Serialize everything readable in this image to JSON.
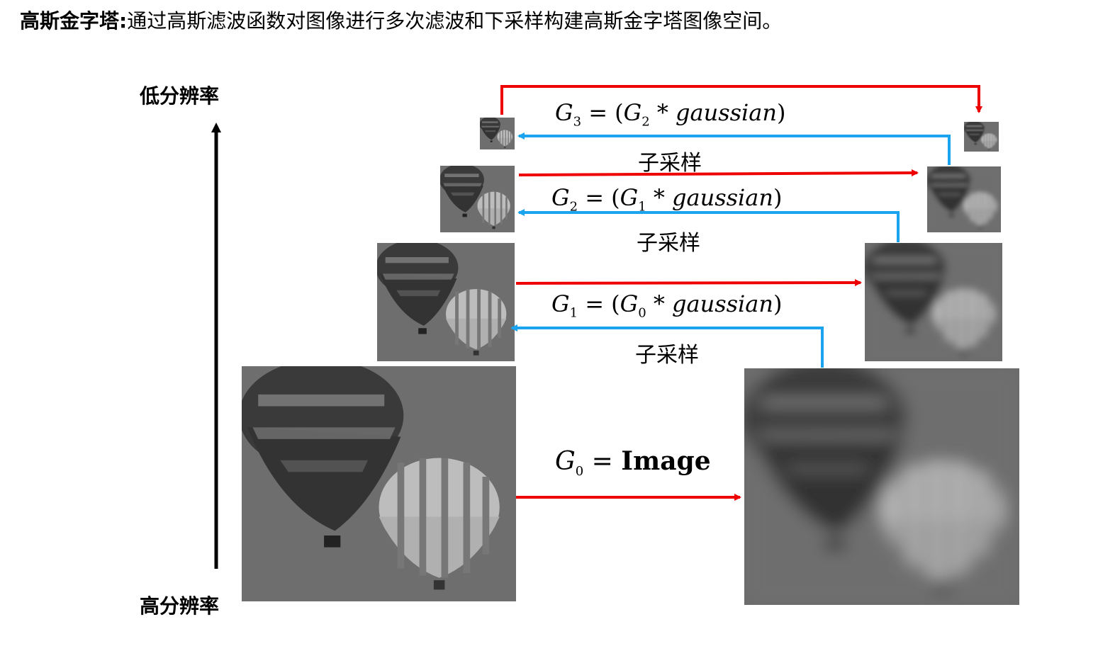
{
  "header": {
    "title_bold": "高斯金字塔:",
    "description": "通过高斯滤波函数对图像进行多次滤波和下采样构建高斯金字塔图像空间。"
  },
  "axis": {
    "top_label": "低分辨率",
    "bottom_label": "高分辨率"
  },
  "formulas": {
    "g3": {
      "lhs": "G",
      "lhs_sub": "3",
      "eq": " = (",
      "rhs": "G",
      "rhs_sub": "2",
      "op": " * ",
      "fn": "gaussian",
      "close": ")"
    },
    "g2": {
      "lhs": "G",
      "lhs_sub": "2",
      "eq": " = (",
      "rhs": "G",
      "rhs_sub": "1",
      "op": " * ",
      "fn": "gaussian",
      "close": ")"
    },
    "g1": {
      "lhs": "G",
      "lhs_sub": "1",
      "eq": " = (",
      "rhs": "G",
      "rhs_sub": "0",
      "op": " * ",
      "fn": "gaussian",
      "close": ")"
    },
    "g0": {
      "lhs": "G",
      "lhs_sub": "0",
      "eq": " = ",
      "word": "Image"
    }
  },
  "subsample_label": "子采样",
  "colors": {
    "red_arrow": "#ee0000",
    "blue_arrow": "#1aa3ee"
  }
}
